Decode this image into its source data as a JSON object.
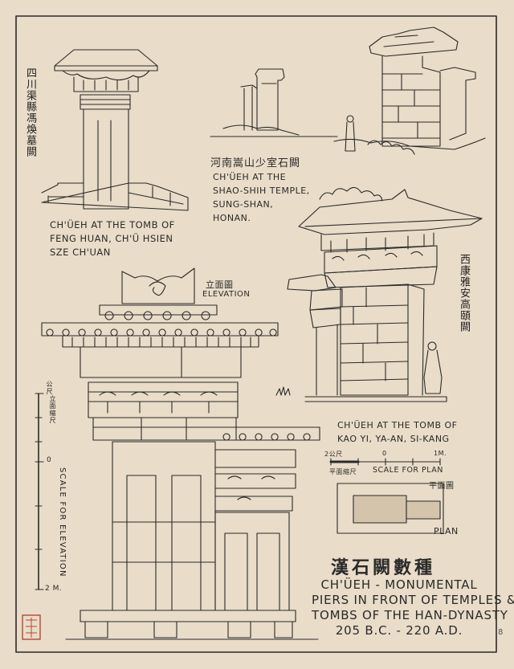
{
  "labels": {
    "sichuan_cn": "四川渠縣馮煥墓闕",
    "fenghuan_en": [
      "CH'ÜEH AT THE TOMB OF",
      "FENG HUAN, CH'Ü HSIEN",
      "SZE CH'UAN"
    ],
    "henan_cn": "河南嵩山少室石闕",
    "shaoshih_en": [
      "CH'ÜEH AT THE",
      "SHAO-SHIH TEMPLE,",
      "SUNG-SHAN,",
      "HONAN."
    ],
    "elevation_cn": "立面圖",
    "elevation_en": "ELEVATION",
    "xikang_cn": "西康雅安高頤闕",
    "kaoyi_en": [
      "CH'ÜEH AT THE TOMB OF",
      "KAO YI, YA-AN, SI-KANG"
    ],
    "plan_cn": "平面圖",
    "plan_en": "PLAN",
    "scale_plan": {
      "n2": "2公尺",
      "n0": "0",
      "n1": "1M.",
      "cn": "平面縮尺",
      "en": "SCALE FOR PLAN"
    },
    "scale_elev": {
      "top": "公尺",
      "cn": "立面縮尺",
      "zero": "0",
      "en": "SCALE FOR ELEVATION",
      "bottom": "2 M."
    }
  },
  "title": {
    "cn": "漢石闕數種",
    "en": [
      "CH'ÜEH - MONUMENTAL",
      "PIERS IN FRONT OF TEMPLES &",
      "TOMBS OF THE HAN-DYNASTY",
      "205 B.C. - 220 A.D."
    ]
  },
  "sheet_number": "8",
  "colors": {
    "paper": "#e9dcc8",
    "ink": "#2a2a2a",
    "seal": "#b5473a"
  },
  "icons": {
    "seal": "red-seal-stamp"
  }
}
